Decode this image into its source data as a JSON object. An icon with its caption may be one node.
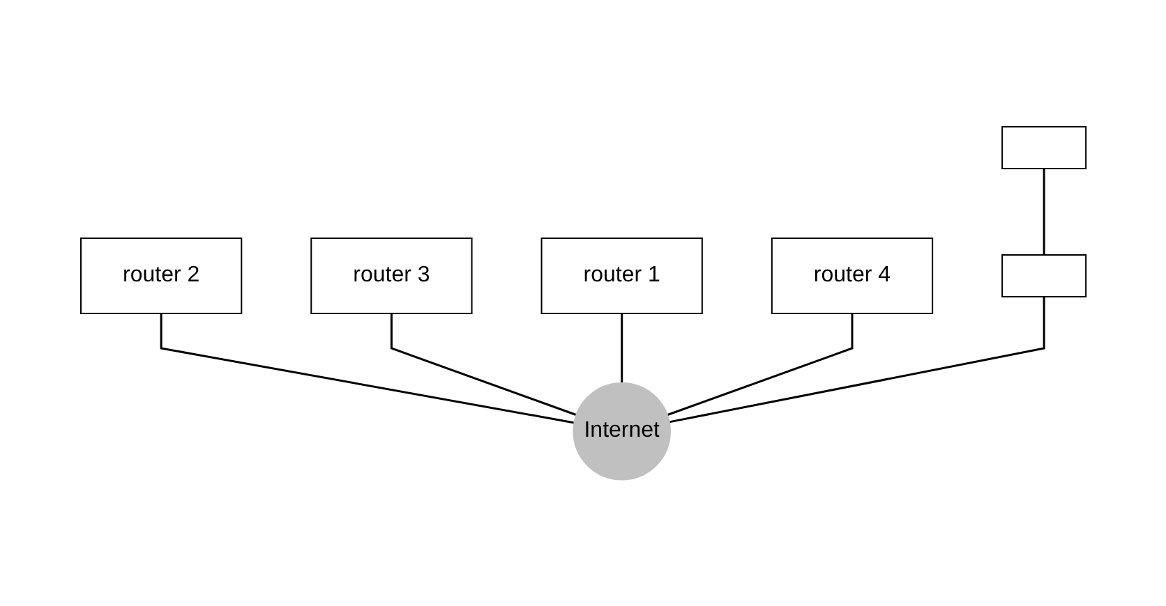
{
  "diagram": {
    "nodes": [
      {
        "text": [
          "router 2"
        ]
      },
      {
        "text": [
          "router 3"
        ]
      },
      {
        "text": [
          "router 1"
        ]
      },
      {
        "text": [
          "Internet"
        ]
      },
      {
        "text": [
          "router 4"
        ]
      },
      {
        "text": [],
        "shape": "box"
      },
      {
        "text": [],
        "shape": "box"
      }
    ],
    "edges": [
      {
        "from": 0,
        "to": 3,
        "arrow": "none"
      },
      {
        "from": 1,
        "to": 3,
        "arrow": "none"
      },
      {
        "from": 2,
        "to": 3,
        "arrow": "none"
      },
      {
        "from": 4,
        "to": 3,
        "arrow": "none"
      },
      {
        "from": 6,
        "to": 3,
        "arrow": "none"
      },
      {
        "from": 5,
        "to": 6,
        "arrow": "none"
      }
    ]
  }
}
